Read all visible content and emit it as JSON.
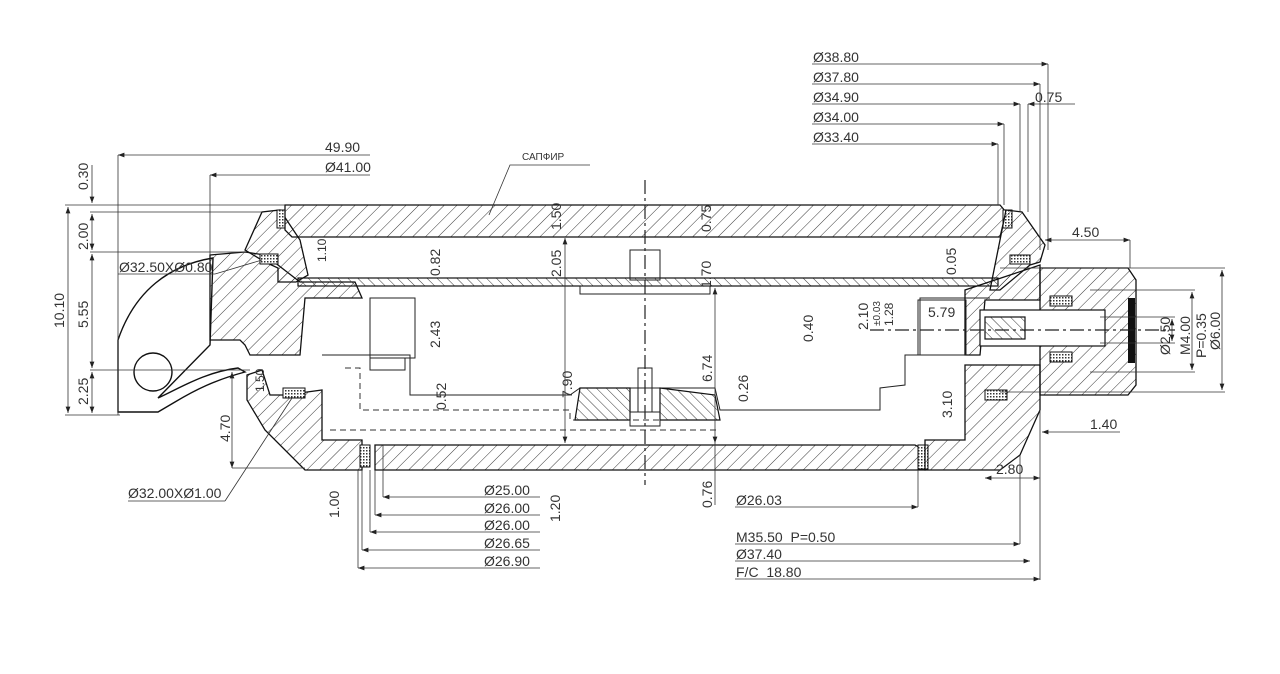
{
  "drawing": {
    "material_note": "САПФИР",
    "top_right_dims": [
      "Ø38.80",
      "Ø37.80",
      "Ø34.90",
      "0.75",
      "Ø34.00",
      "Ø33.40"
    ],
    "top_left_dims": [
      "49.90",
      "Ø41.00"
    ],
    "left_vertical_dims": [
      "0.30",
      "2.00",
      "10.10",
      "5.55",
      "2.25"
    ],
    "gasket_top": "Ø32.50XØ0.80",
    "gasket_bottom": "Ø32.00XØ1.00",
    "left_inner_dims": [
      "4.70",
      "1.50",
      "1.00",
      "1.20"
    ],
    "middle_dims": [
      "1.10",
      "0.82",
      "2.05",
      "1.50",
      "0.75",
      "1.70",
      "2.43",
      "7.90",
      "6.74",
      "0.52",
      "0.26",
      "0.40",
      "0.05",
      "2.10",
      "±0.03",
      "1.28",
      "5.79",
      "3.10",
      "0.76"
    ],
    "right_dims": [
      "4.50",
      "Ø2.50",
      "M4.00",
      "P=0.35",
      "Ø6.00",
      "1.40",
      "2.80"
    ],
    "bottom_dims": [
      "Ø25.00",
      "Ø26.00",
      "Ø26.00",
      "Ø26.65",
      "Ø26.90",
      "Ø26.03",
      "M35.50  P=0.50",
      "Ø37.40",
      "F/C  18.80"
    ]
  }
}
